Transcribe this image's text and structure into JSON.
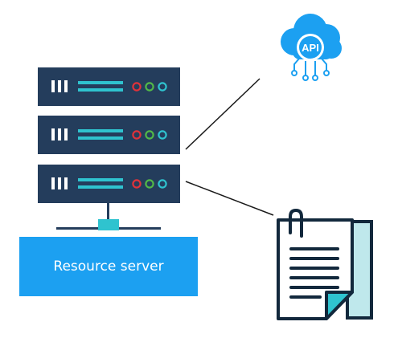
{
  "diagram": {
    "resource_server_label": "Resource server",
    "api_badge": "API",
    "server_unit_count": 3,
    "colors": {
      "server_body": "#243d5c",
      "server_stripe": "#2fc3cf",
      "led_red": "#e0323a",
      "led_green": "#52b848",
      "led_teal": "#2fc3cf",
      "connector": "#2fc3cf",
      "label_box": "#1ca0f1",
      "cloud": "#1ca0f1",
      "doc_outline": "#12283c",
      "doc_accent": "#2fc3cf",
      "link_line": "#1a1a1a"
    },
    "icons": {
      "api": "cloud-api-icon",
      "document": "clipped-document-icon"
    }
  }
}
